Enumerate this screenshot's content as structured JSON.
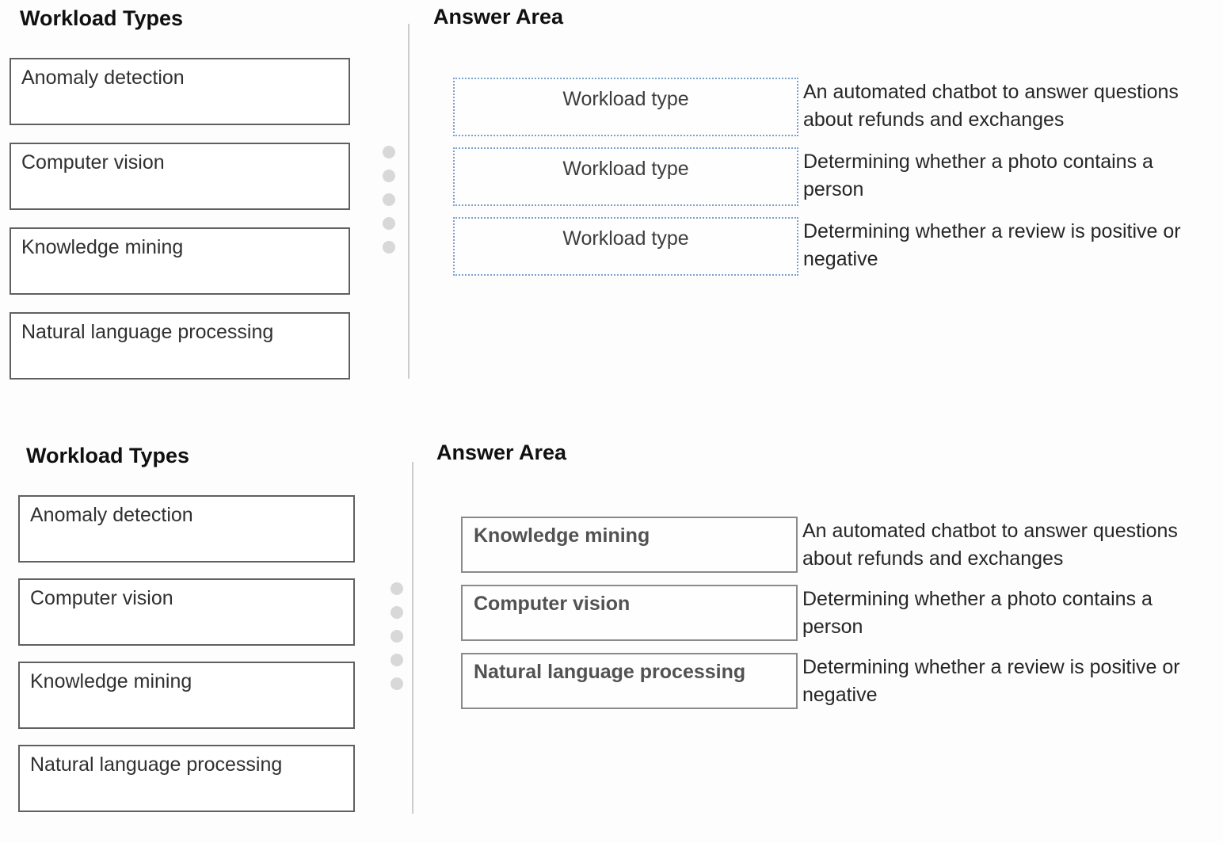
{
  "colors": {
    "empty_slot_border": "#7ba0cd",
    "filled_slot_border": "#8a8a8a",
    "option_border": "#606060",
    "divider": "#cccccc",
    "drag_dots": "#d8d8d8"
  },
  "question": {
    "source_title": "Workload Types",
    "source_items": [
      "Anomaly detection",
      "Computer vision",
      "Knowledge mining",
      "Natural language processing"
    ],
    "answer_title": "Answer Area",
    "rows": [
      {
        "slot": "Workload type",
        "desc": "An automated chatbot to answer questions about refunds and exchanges"
      },
      {
        "slot": "Workload type",
        "desc": "Determining whether a photo contains a person"
      },
      {
        "slot": "Workload type",
        "desc": "Determining whether a review is positive or negative"
      }
    ]
  },
  "solution": {
    "source_title": "Workload Types",
    "source_items": [
      "Anomaly detection",
      "Computer vision",
      "Knowledge mining",
      "Natural language processing"
    ],
    "answer_title": "Answer Area",
    "rows": [
      {
        "slot": "Knowledge mining",
        "desc": "An automated chatbot to answer questions about refunds and exchanges"
      },
      {
        "slot": "Computer vision",
        "desc": "Determining whether a photo contains a person"
      },
      {
        "slot": "Natural language processing",
        "desc": "Determining whether a review is positive or negative"
      }
    ]
  }
}
